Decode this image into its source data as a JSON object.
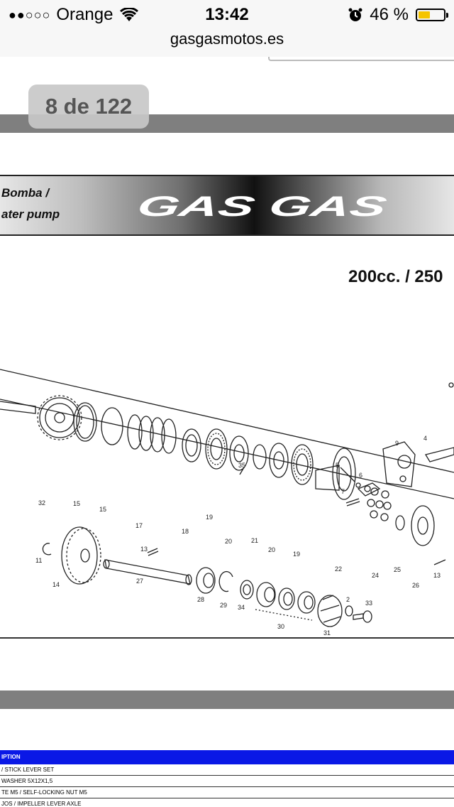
{
  "status_bar": {
    "signal_dots": "●●○○○",
    "carrier": "Orange",
    "time": "13:42",
    "battery_percent": "46 %",
    "battery_level": 0.46,
    "icons": [
      "wifi-icon",
      "alarm-clock-icon",
      "battery-icon"
    ]
  },
  "browser": {
    "url": "gasgasmotos.es"
  },
  "viewer": {
    "page_indicator": "8 de 122"
  },
  "header": {
    "title_es": "Bomba /",
    "title_en": "ater pump",
    "logo_text": "GAS GAS"
  },
  "model": "200cc. / 250",
  "diagram": {
    "labels": [
      "35",
      "9",
      "4",
      "5",
      "6",
      "7",
      "32",
      "15",
      "15",
      "17",
      "18",
      "19",
      "20",
      "21",
      "20",
      "19",
      "22",
      "24",
      "25",
      "26",
      "13",
      "11",
      "14",
      "13",
      "27",
      "28",
      "29",
      "34",
      "30",
      "31",
      "2",
      "33"
    ],
    "colors": {
      "ink": "#222222"
    }
  },
  "parts_table": {
    "header": "IPTION",
    "rows": [
      "/ STICK LEVER SET",
      "WASHER 5X12X1,5",
      "TE M5 / SELF-LOCKING NUT M5",
      "JOS / IMPELLER LEVER AXLE"
    ],
    "header_color": "#0a18e6"
  }
}
